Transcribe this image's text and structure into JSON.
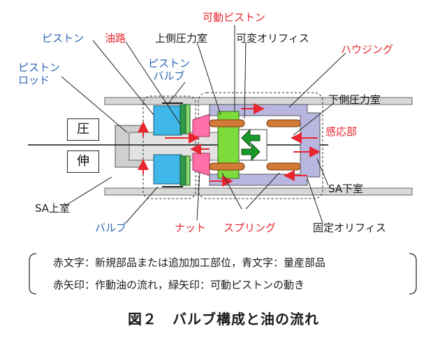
{
  "labels": {
    "piston": "ピストン",
    "oil_passage": "油路",
    "upper_pressure_chamber": "上側圧力室",
    "moving_piston": "可動ピストン",
    "variable_orifice": "可変オリフィス",
    "housing": "ハウジング",
    "piston_rod": "ピストン\nロッド",
    "piston_valve": "ピストン\nバルブ",
    "lower_pressure_chamber": "下側圧力室",
    "sensing_part": "感応部",
    "compression": "圧",
    "extension": "伸",
    "sa_upper_chamber": "SA上室",
    "sa_lower_chamber": "SA下室",
    "valve": "バルブ",
    "nut": "ナット",
    "spring": "スプリング",
    "fixed_orifice": "固定オリフィス"
  },
  "legend": {
    "line1": "赤文字：新規部品または追加加工部位，青文字：量産部品",
    "line2": "赤矢印：作動油の流れ，緑矢印：可動ピストンの動き"
  },
  "caption": {
    "number": "図２",
    "title": "バルブ構成と油の流れ"
  },
  "colors": {
    "red_text": "#e8262f",
    "blue_text": "#2a64b8",
    "oil_arrow": "#e8262f",
    "piston_arrow": "#1a9a2a",
    "housing": "#b9b6e0",
    "moving_piston": "#7ddc3c",
    "spring": "#d27a38",
    "nut": "#ff6fa8",
    "piston": "#3fb7e8",
    "valve": "#2f9a4a"
  }
}
